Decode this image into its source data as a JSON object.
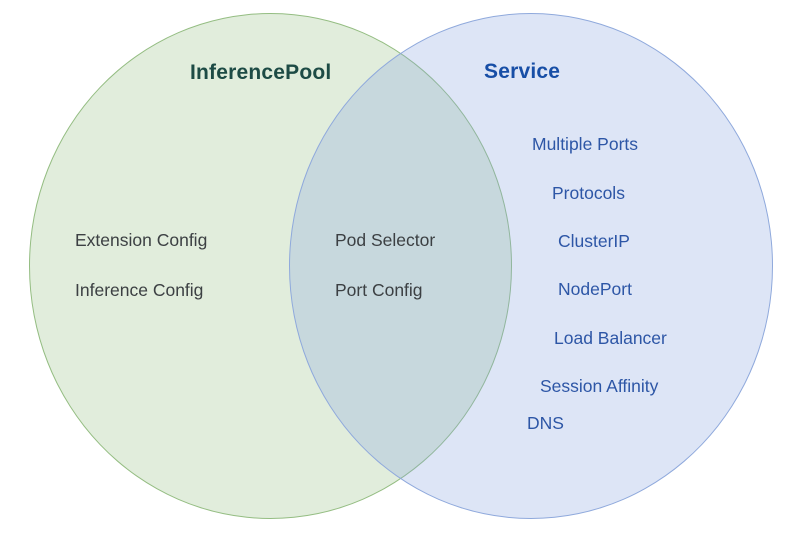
{
  "diagram": {
    "type": "venn",
    "left": {
      "title": "InferencePool",
      "items": [
        "Extension Config",
        "Inference Config"
      ]
    },
    "right": {
      "title": "Service",
      "items": [
        "Multiple Ports",
        "Protocols",
        "ClusterIP",
        "NodePort",
        "Load Balancer",
        "Session Affinity",
        "DNS"
      ]
    },
    "intersection": {
      "items": [
        "Pod Selector",
        "Port Config"
      ]
    }
  },
  "colors": {
    "left_fill": "#9CC28A4D",
    "left_border": "#94BD82",
    "right_fill": "#89A6E04A",
    "right_border": "#8FA9DC",
    "left_title": "#1D4B45",
    "right_title": "#174EA6",
    "right_item": "#2D56A6",
    "neutral_item": "#3C4043"
  }
}
